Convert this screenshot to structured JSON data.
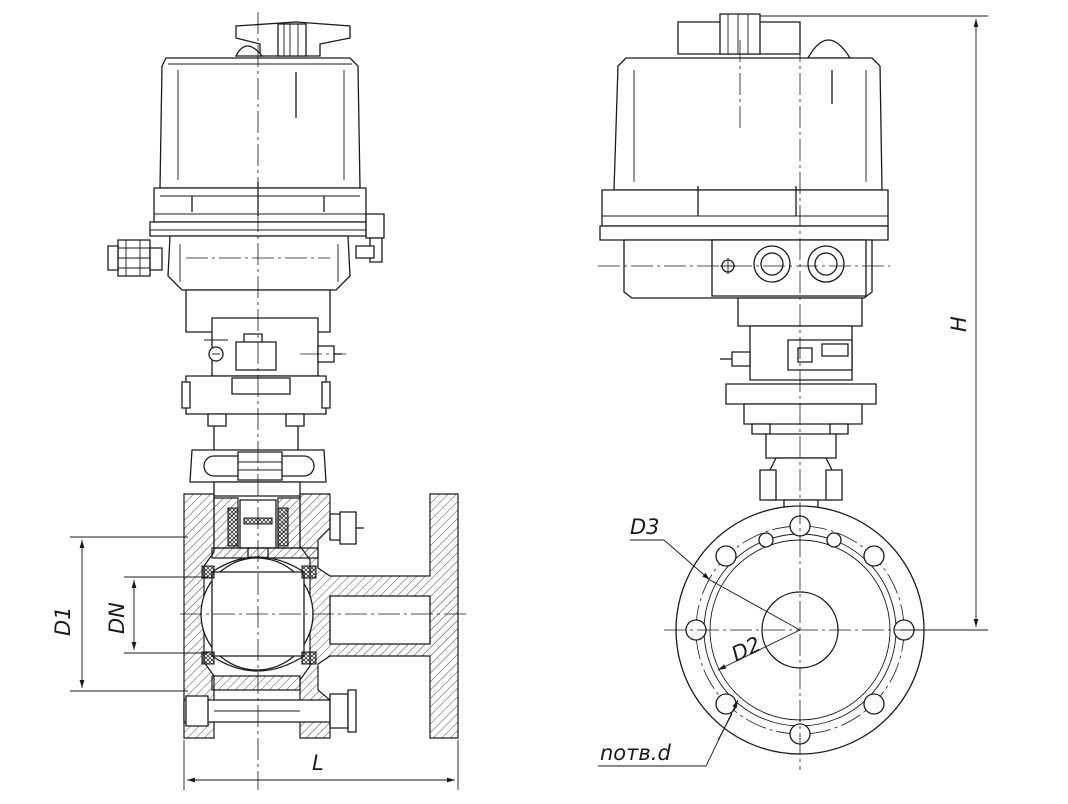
{
  "drawing": {
    "labels": {
      "d1": "D1",
      "dn": "DN",
      "l": "L",
      "h": "H",
      "d3": "D3",
      "d2": "D2",
      "holes": "nотв.d"
    }
  }
}
